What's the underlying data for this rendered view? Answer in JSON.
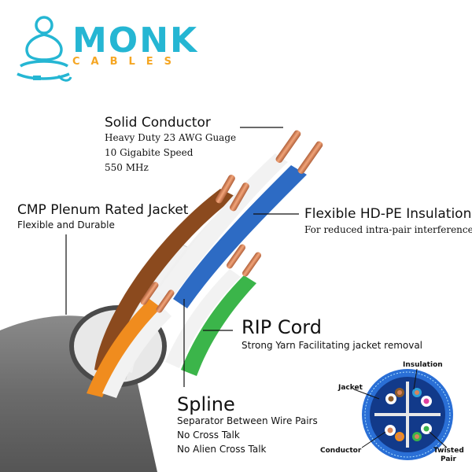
{
  "brand": {
    "name_main": "MONK",
    "name_sub": "CABLES",
    "primary_color": "#25b6d3",
    "accent_color": "#f5a623"
  },
  "callouts": {
    "solid_conductor": {
      "title": "Solid Conductor",
      "lines": [
        "Heavy Duty 23 AWG Guage",
        "10 Gigabite Speed",
        "550 MHz"
      ]
    },
    "cmp_jacket": {
      "title": "CMP Plenum Rated Jacket",
      "lines": [
        "Flexible and Durable"
      ]
    },
    "hdpe_insulation": {
      "title": "Flexible HD-PE Insulation",
      "lines": [
        "For reduced intra-pair interference"
      ]
    },
    "rip_cord": {
      "title": "RIP Cord",
      "lines": [
        "Strong Yarn Facilitating jacket removal"
      ]
    },
    "spline": {
      "title": "Spline",
      "lines": [
        "Separator Between Wire Pairs",
        "No Cross Talk",
        "No Alien Cross Talk"
      ]
    }
  },
  "cross_section": {
    "labels": {
      "insulation": "Insulation",
      "jacket": "Jacket",
      "conductor": "Conductor",
      "twisted_pair": [
        "Twisted",
        "Pair"
      ]
    },
    "colors": {
      "outer": "#2a6fd6",
      "inner": "#123a8a",
      "pair_1": "#8a5a2b",
      "pair_2": "#2e9fd8",
      "pair_3": "#3ab34a",
      "pair_4": "#f08c1e"
    }
  },
  "cable_colors": {
    "jacket": "#6e6e6e",
    "copper": "#d9845a",
    "brown": "#8b4a1e",
    "blue": "#2d6bc4",
    "green": "#3bb54a",
    "orange": "#f08c1e",
    "white": "#eeeeee"
  }
}
